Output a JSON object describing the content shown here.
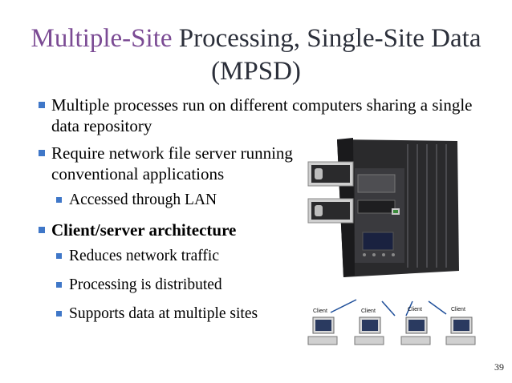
{
  "title": {
    "accent": "Multiple-Site",
    "rest": " Processing, Single-Site Data (MPSD)"
  },
  "bullets": [
    {
      "text": "Multiple processes run on different computers sharing a single data repository"
    },
    {
      "text": "Require network file server running conventional applications"
    },
    {
      "text": "Accessed through LAN"
    },
    {
      "text": "Client/server architecture"
    },
    {
      "text": "Reduces network traffic"
    },
    {
      "text": "Processing is distributed"
    },
    {
      "text": "Supports data at multiple sites"
    }
  ],
  "network": {
    "client_label": "Client"
  },
  "page_number": "39",
  "colors": {
    "accent": "#7b4b94",
    "bullet": "#3f77c8"
  }
}
